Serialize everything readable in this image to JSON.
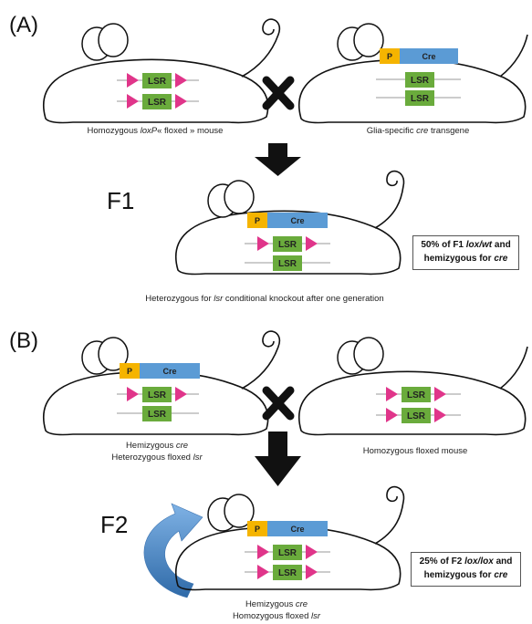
{
  "panels": {
    "a": "(A)",
    "b": "(B)"
  },
  "generations": {
    "f1": "F1",
    "f2": "F2"
  },
  "gene_label": "LSR",
  "promoter_label": "P",
  "cre_label": "Cre",
  "captions": {
    "mouse_a1": {
      "pre": "Homozygous ",
      "em": "loxP",
      "post": "« floxed » mouse"
    },
    "mouse_a2": {
      "pre": "Glia-specific ",
      "em": "cre",
      "post": " transgene"
    },
    "f1_mouse": {
      "pre": "Heterozygous for ",
      "em": "lsr",
      "post": " conditional knockout after one generation"
    },
    "mouse_b1_line1": {
      "pre": "Hemizygous ",
      "em": "cre",
      "post": ""
    },
    "mouse_b1_line2": {
      "pre": "Heterozygous floxed ",
      "em": "lsr",
      "post": ""
    },
    "mouse_b2": {
      "pre": "Homozygous floxed mouse",
      "em": "",
      "post": ""
    },
    "f2_line1": {
      "pre": "Hemizygous ",
      "em": "cre",
      "post": ""
    },
    "f2_line2": {
      "pre": "Homozygous floxed ",
      "em": "lsr",
      "post": ""
    }
  },
  "ratio_boxes": {
    "f1": {
      "line1_pre": "50% of F1 ",
      "line1_em": "lox/wt",
      "line1_post": " and",
      "line2_pre": "hemizygous for ",
      "line2_em": "cre"
    },
    "f2": {
      "line1_pre": "25% of F2 ",
      "line1_em": "lox/lox",
      "line1_post": " and",
      "line2_pre": "hemizygous for ",
      "line2_em": "cre"
    }
  },
  "colors": {
    "gene": "#6aab3c",
    "loxp": "#e0358a",
    "promoter": "#f5b400",
    "cre": "#5b9bd5",
    "curved_arrow": "#4a86c5"
  }
}
